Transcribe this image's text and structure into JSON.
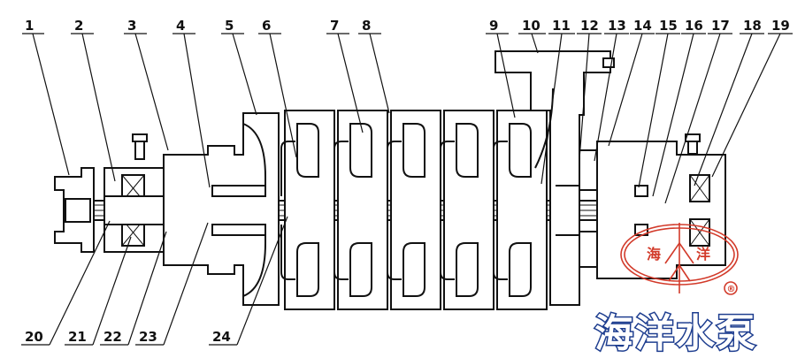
{
  "callouts_top": [
    "1",
    "2",
    "3",
    "4",
    "5",
    "6",
    "7",
    "8",
    "9",
    "10",
    "11",
    "12",
    "13",
    "14",
    "15",
    "16",
    "17",
    "18",
    "19"
  ],
  "callouts_bottom": [
    "20",
    "21",
    "22",
    "23",
    "24"
  ],
  "stamp": {
    "left_char": "海",
    "right_char": "洋",
    "registered": "®",
    "color": "#d23a2a"
  },
  "brand_logo": {
    "text": "海洋水泵",
    "color": "#1d3d8f"
  }
}
